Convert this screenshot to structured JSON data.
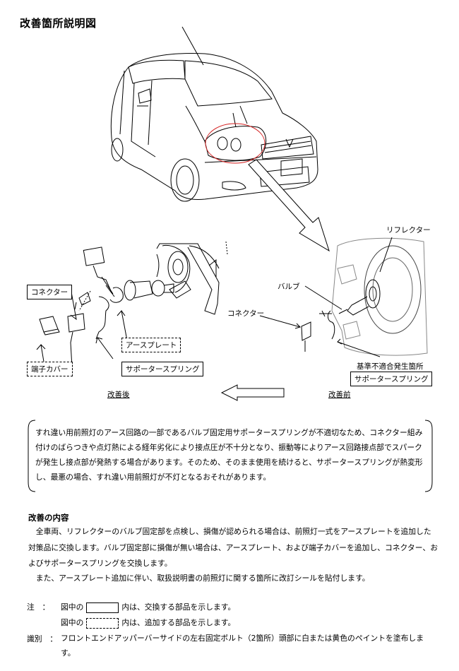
{
  "title": "改善箇所説明図",
  "diagram": {
    "label_reflector": "リフレクター",
    "label_bulb": "バルブ",
    "label_connector_before": "コネクター",
    "label_origin": "基準不適合発生箇所",
    "label_spring_before": "サポータースプリング",
    "label_connector_after": "コネクター",
    "label_earth_plate": "アースプレート",
    "label_terminal_cover": "端子カバー",
    "label_spring_after": "サポータースプリング",
    "caption_after": "改善後",
    "caption_before": "改善前"
  },
  "description": "すれ違い用前照灯のアース回路の一部であるバルブ固定用サポータースプリングが不適切なため、コネクター組み付けのばらつきや点灯熱による経年劣化により接点圧が不十分となり、振動等によりアース回路接点部でスパークが発生し接点部が発熱する場合があります。そのため、そのまま使用を続けると、サポータースプリングが熱変形し、最悪の場合、すれ違い用前照灯が不灯となるおそれがあります。",
  "improvement": {
    "heading": "改善の内容",
    "p1": "全車両、リフレクターのバルブ固定部を点検し、損傷が認められる場合は、前照灯一式をアースプレートを追加した対策品に交換します。バルブ固定部に損傷が無い場合は、アースプレート、および端子カバーを追加し、コネクター、およびサポータースプリングを交換します。",
    "p2": "また、アースプレート追加に伴い、取扱説明書の前照灯に関する箇所に改訂シールを貼付します。"
  },
  "notes": {
    "note_label": "注　：",
    "line1_pre": "図中の",
    "line1_post": "内は、交換する部品を示します。",
    "line2_pre": "図中の",
    "line2_post": "内は、追加する部品を示します。",
    "id_label": "識別　：",
    "id_text": "フロントエンドアッパーバーサイドの左右固定ボルト（2箇所）頭部に白または黄色のペイントを塗布します。"
  }
}
